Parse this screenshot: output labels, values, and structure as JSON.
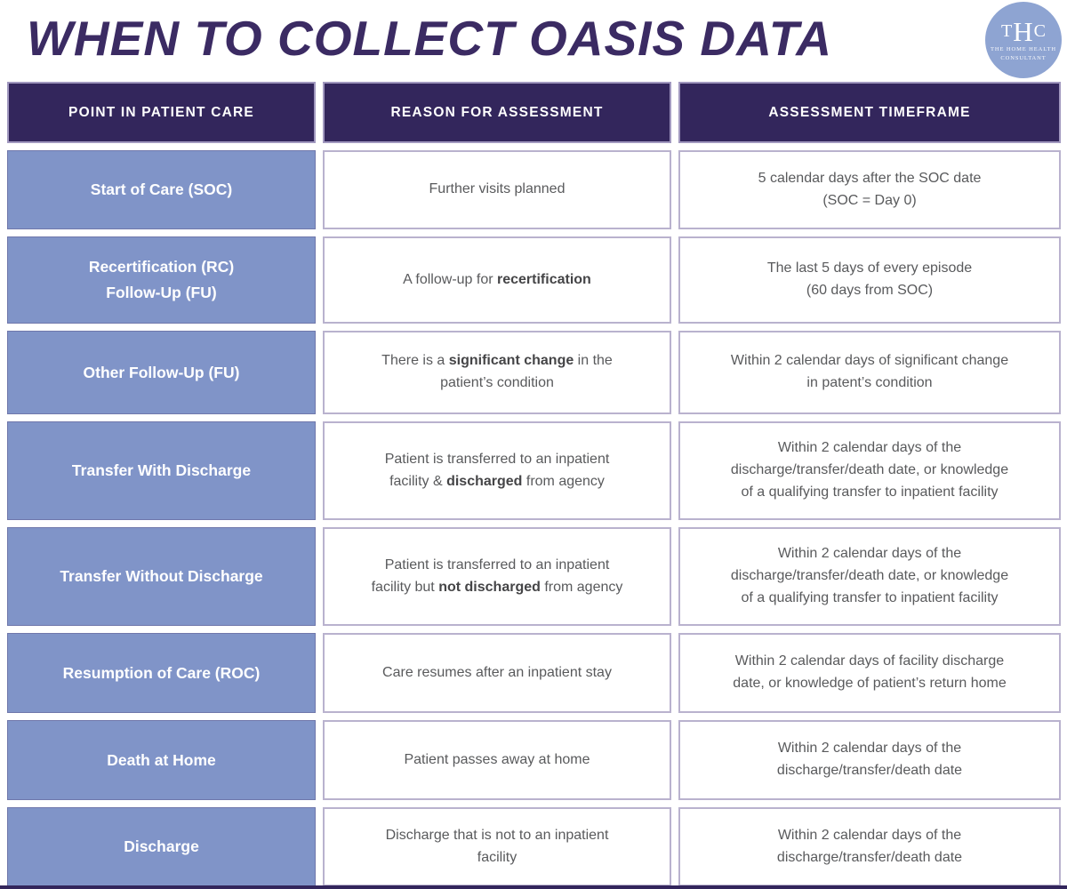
{
  "title": "WHEN TO COLLECT OASIS DATA",
  "logo": {
    "monogram_t": "T",
    "monogram_h": "H",
    "monogram_c": "C",
    "line1": "THE HOME HEALTH",
    "line2": "CONSULTANT"
  },
  "colors": {
    "header_bg": "#33265c",
    "row_label_bg": "#8094c8",
    "cell_border": "#b9b2ce",
    "header_border": "#a198bf",
    "title_color": "#3b2b63",
    "body_text": "#595a5c",
    "body_bold": "#454547",
    "logo_circle": "#8ea4d2"
  },
  "table": {
    "headers": [
      "POINT IN PATIENT CARE",
      "REASON FOR ASSESSMENT",
      "ASSESSMENT TIMEFRAME"
    ],
    "rows": [
      {
        "point": [
          {
            "t": "Start of Care (SOC)"
          }
        ],
        "reason": [
          {
            "t": "Further visits planned"
          }
        ],
        "timeframe": [
          {
            "t": "5 calendar days after the SOC date"
          },
          {
            "br": true
          },
          {
            "t": "(SOC = Day 0)"
          }
        ]
      },
      {
        "point": [
          {
            "t": "Recertification (RC)"
          },
          {
            "br": true
          },
          {
            "t": "Follow-Up (FU)"
          }
        ],
        "reason": [
          {
            "t": "A follow-up for "
          },
          {
            "t": "recertification",
            "b": true
          }
        ],
        "timeframe": [
          {
            "t": "The last 5 days of every episode"
          },
          {
            "br": true
          },
          {
            "t": "(60 days from SOC)"
          }
        ]
      },
      {
        "point": [
          {
            "t": "Other Follow-Up (FU)"
          }
        ],
        "reason": [
          {
            "t": "There is a "
          },
          {
            "t": "significant change",
            "b": true
          },
          {
            "t": " in the"
          },
          {
            "br": true
          },
          {
            "t": "patient’s condition"
          }
        ],
        "timeframe": [
          {
            "t": "Within 2 calendar days of significant change"
          },
          {
            "br": true
          },
          {
            "t": "in patent’s condition"
          }
        ]
      },
      {
        "point": [
          {
            "t": "Transfer With Discharge"
          }
        ],
        "reason": [
          {
            "t": "Patient is transferred to an inpatient"
          },
          {
            "br": true
          },
          {
            "t": "facility & "
          },
          {
            "t": "discharged",
            "b": true
          },
          {
            "t": " from agency"
          }
        ],
        "timeframe": [
          {
            "t": "Within 2 calendar days of the"
          },
          {
            "br": true
          },
          {
            "t": "discharge/transfer/death date, or knowledge"
          },
          {
            "br": true
          },
          {
            "t": "of a qualifying transfer to inpatient facility"
          }
        ]
      },
      {
        "point": [
          {
            "t": "Transfer Without Discharge"
          }
        ],
        "reason": [
          {
            "t": "Patient is transferred to an inpatient"
          },
          {
            "br": true
          },
          {
            "t": "facility but "
          },
          {
            "t": "not discharged",
            "b": true
          },
          {
            "t": " from agency"
          }
        ],
        "timeframe": [
          {
            "t": "Within 2 calendar days of the"
          },
          {
            "br": true
          },
          {
            "t": "discharge/transfer/death date, or knowledge"
          },
          {
            "br": true
          },
          {
            "t": "of a qualifying transfer to inpatient facility"
          }
        ]
      },
      {
        "point": [
          {
            "t": "Resumption of Care (ROC)"
          }
        ],
        "reason": [
          {
            "t": "Care resumes after an inpatient stay"
          }
        ],
        "timeframe": [
          {
            "t": "Within 2 calendar days of facility discharge"
          },
          {
            "br": true
          },
          {
            "t": "date, or knowledge of patient’s return home"
          }
        ]
      },
      {
        "point": [
          {
            "t": "Death at Home"
          }
        ],
        "reason": [
          {
            "t": "Patient passes away at home"
          }
        ],
        "timeframe": [
          {
            "t": "Within 2 calendar days of the"
          },
          {
            "br": true
          },
          {
            "t": "discharge/transfer/death date"
          }
        ]
      },
      {
        "point": [
          {
            "t": "Discharge"
          }
        ],
        "reason": [
          {
            "t": "Discharge that is not to an inpatient"
          },
          {
            "br": true
          },
          {
            "t": "facility"
          }
        ],
        "timeframe": [
          {
            "t": "Within 2 calendar days of the"
          },
          {
            "br": true
          },
          {
            "t": "discharge/transfer/death date"
          }
        ]
      }
    ]
  }
}
